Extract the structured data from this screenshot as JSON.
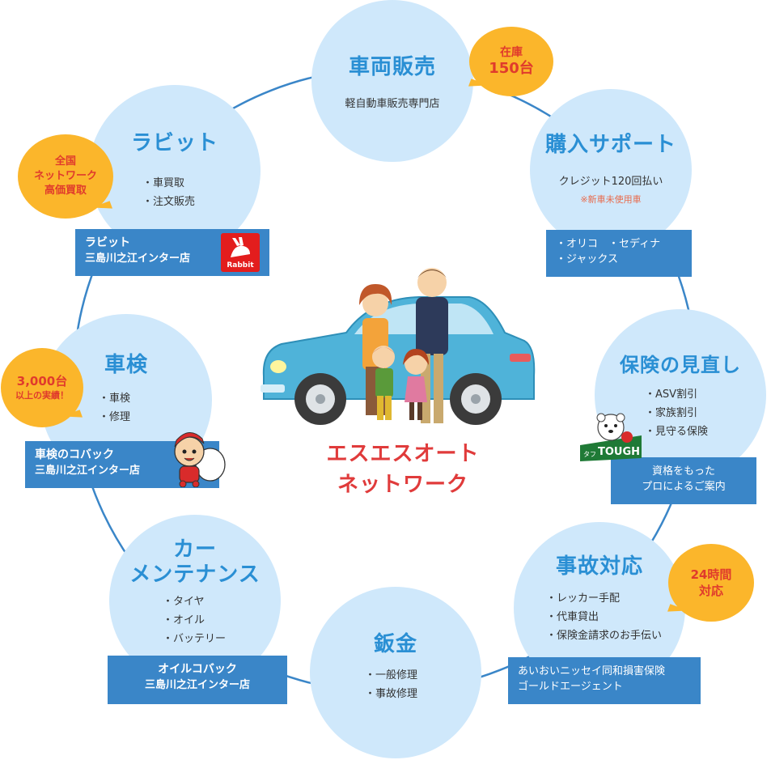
{
  "center": {
    "line1": "エスエスオート",
    "line2": "ネットワーク"
  },
  "nodes": {
    "sales": {
      "title": "車両販売",
      "subtitle": "軽自動車販売専門店",
      "bubble": [
        "在庫",
        "150台"
      ]
    },
    "purchase": {
      "title": "購入サポート",
      "subtitle": "クレジット120回払い",
      "note": "※新車未使用車",
      "box": [
        "・オリコ　・セディナ",
        "・ジャックス"
      ]
    },
    "insurance": {
      "title": "保険の見直し",
      "items": [
        "・ASV割引",
        "・家族割引",
        "・見守る保険"
      ],
      "box": [
        "資格をもった",
        "プロによるご案内"
      ],
      "logo_text": "TOUGH",
      "logo_small": "タフ"
    },
    "accident": {
      "title": "事故対応",
      "items": [
        "・レッカー手配",
        "・代車貸出",
        "・保険金請求のお手伝い"
      ],
      "bubble": [
        "24時間",
        "対応"
      ],
      "box": [
        "あいおいニッセイ同和損害保険",
        "ゴールドエージェント"
      ]
    },
    "bodywork": {
      "title": "鈑金",
      "items": [
        "・一般修理",
        "・事故修理"
      ]
    },
    "maintenance": {
      "title_line1": "カー",
      "title_line2": "メンテナンス",
      "items": [
        "・タイヤ",
        "・オイル",
        "・バッテリー"
      ],
      "box": [
        "オイルコバック",
        "三島川之江インター店"
      ]
    },
    "inspection": {
      "title": "車検",
      "items": [
        "・車検",
        "・修理"
      ],
      "bubble": [
        "3,000台",
        "以上の実績！"
      ],
      "box": [
        "車検のコバック",
        "三島川之江インター店"
      ]
    },
    "rabbit": {
      "title": "ラビット",
      "items": [
        "・車買取",
        "・注文販売"
      ],
      "bubble": [
        "全国",
        "ネットワーク",
        "高価買取"
      ],
      "box": [
        "ラビット",
        "三島川之江インター店"
      ],
      "logo_text": "Rabbit"
    }
  },
  "colors": {
    "node_fill": "#cfe8fb",
    "title": "#2a8fd4",
    "box": "#3a86c8",
    "bubble": "#fbb62b",
    "bubble_text": "#e03b2c",
    "center_text": "#e03b3b",
    "ring": "#3a86c8",
    "car": "#4fb3d9"
  },
  "icons": [
    "car-family-illustration",
    "rabbit-logo",
    "tough-bear-logo",
    "kobac-mascot"
  ]
}
